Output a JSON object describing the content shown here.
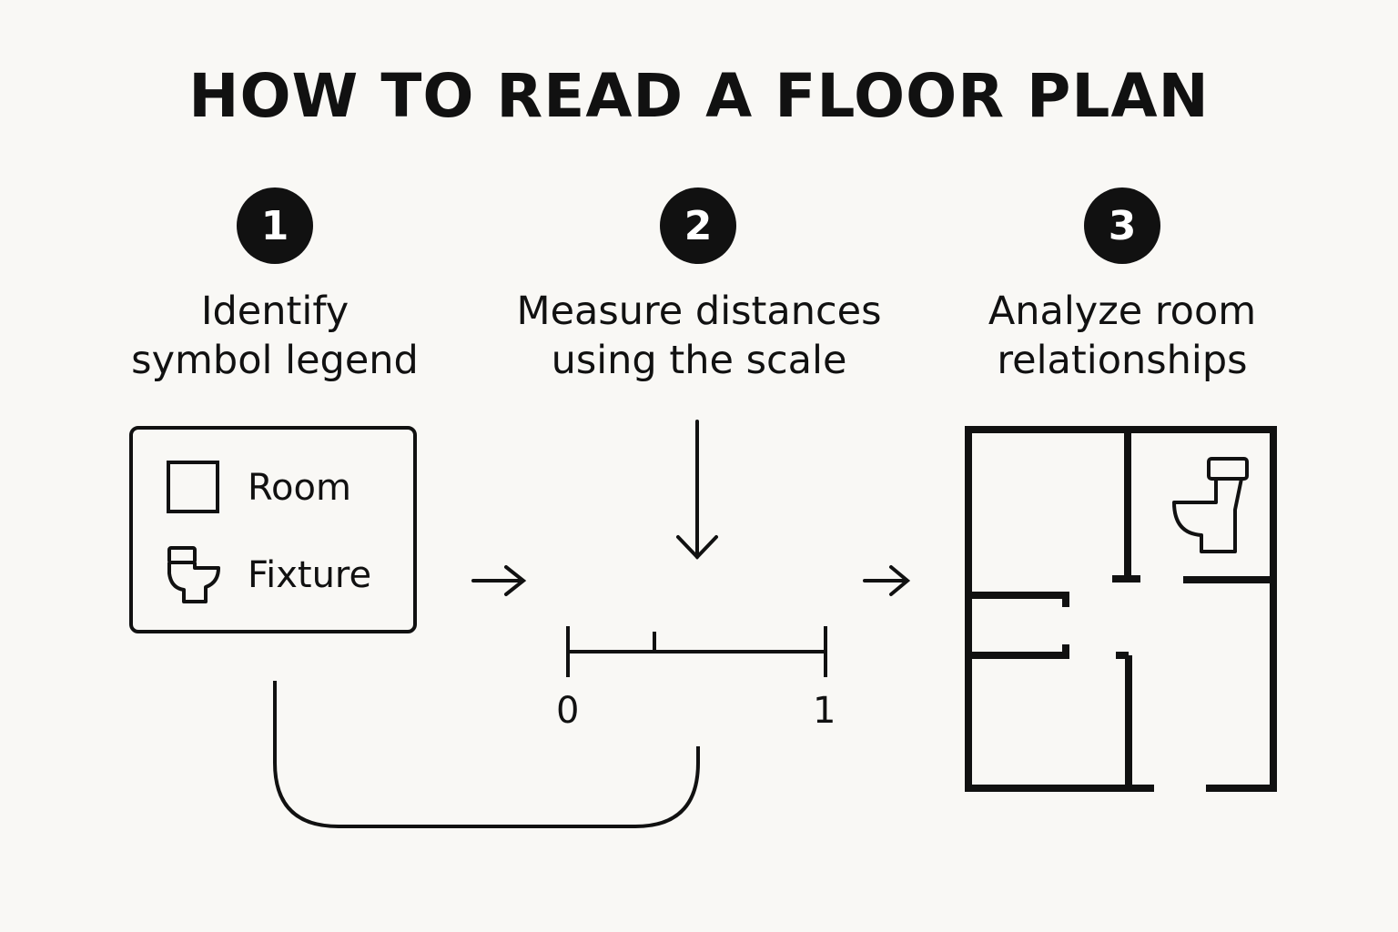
{
  "title": "HOW TO READ A FLOOR PLAN",
  "steps": [
    {
      "number": "1",
      "label_line1": "Identify",
      "label_line2": "symbol legend"
    },
    {
      "number": "2",
      "label_line1": "Measure distances",
      "label_line2": "using the scale"
    },
    {
      "number": "3",
      "label_line1": "Analyze room",
      "label_line2": "relationships"
    }
  ],
  "legend": {
    "items": [
      {
        "icon": "square-room-icon",
        "label": "Room"
      },
      {
        "icon": "toilet-fixture-icon",
        "label": "Fixture"
      }
    ]
  },
  "scale": {
    "start_label": "0",
    "end_label": "1"
  },
  "colors": {
    "background": "#f9f8f5",
    "ink": "#111111",
    "badge_text": "#ffffff"
  }
}
